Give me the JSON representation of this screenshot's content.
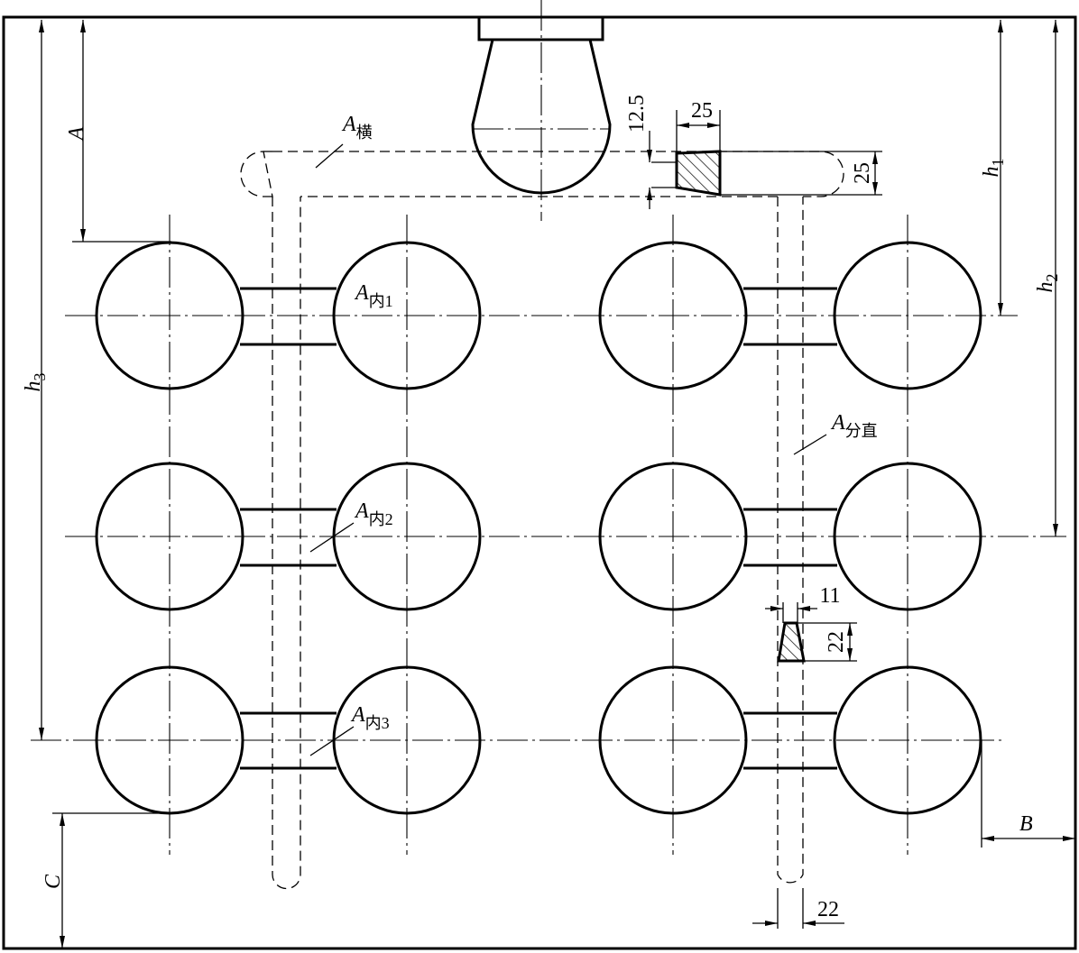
{
  "labels": {
    "A": "A",
    "h1": "h",
    "h1_sub": "1",
    "h2": "h",
    "h2_sub": "2",
    "h3": "h",
    "h3_sub": "3",
    "B": "B",
    "C": "C",
    "runner_h": "A",
    "runner_h_sub": "横",
    "runner_v": "A",
    "runner_v_sub": "分直",
    "gate1": "A",
    "gate1_sub_cjk": "内",
    "gate1_sub_num": "1",
    "gate2": "A",
    "gate2_sub_cjk": "内",
    "gate2_sub_num": "2",
    "gate3": "A",
    "gate3_sub_cjk": "内",
    "gate3_sub_num": "3"
  },
  "dimensions": {
    "runner_top_width": "25",
    "runner_depth_offset": "12.5",
    "runner_height": "25",
    "branch_top_width": "11",
    "branch_height": "22",
    "branch_width": "22"
  }
}
